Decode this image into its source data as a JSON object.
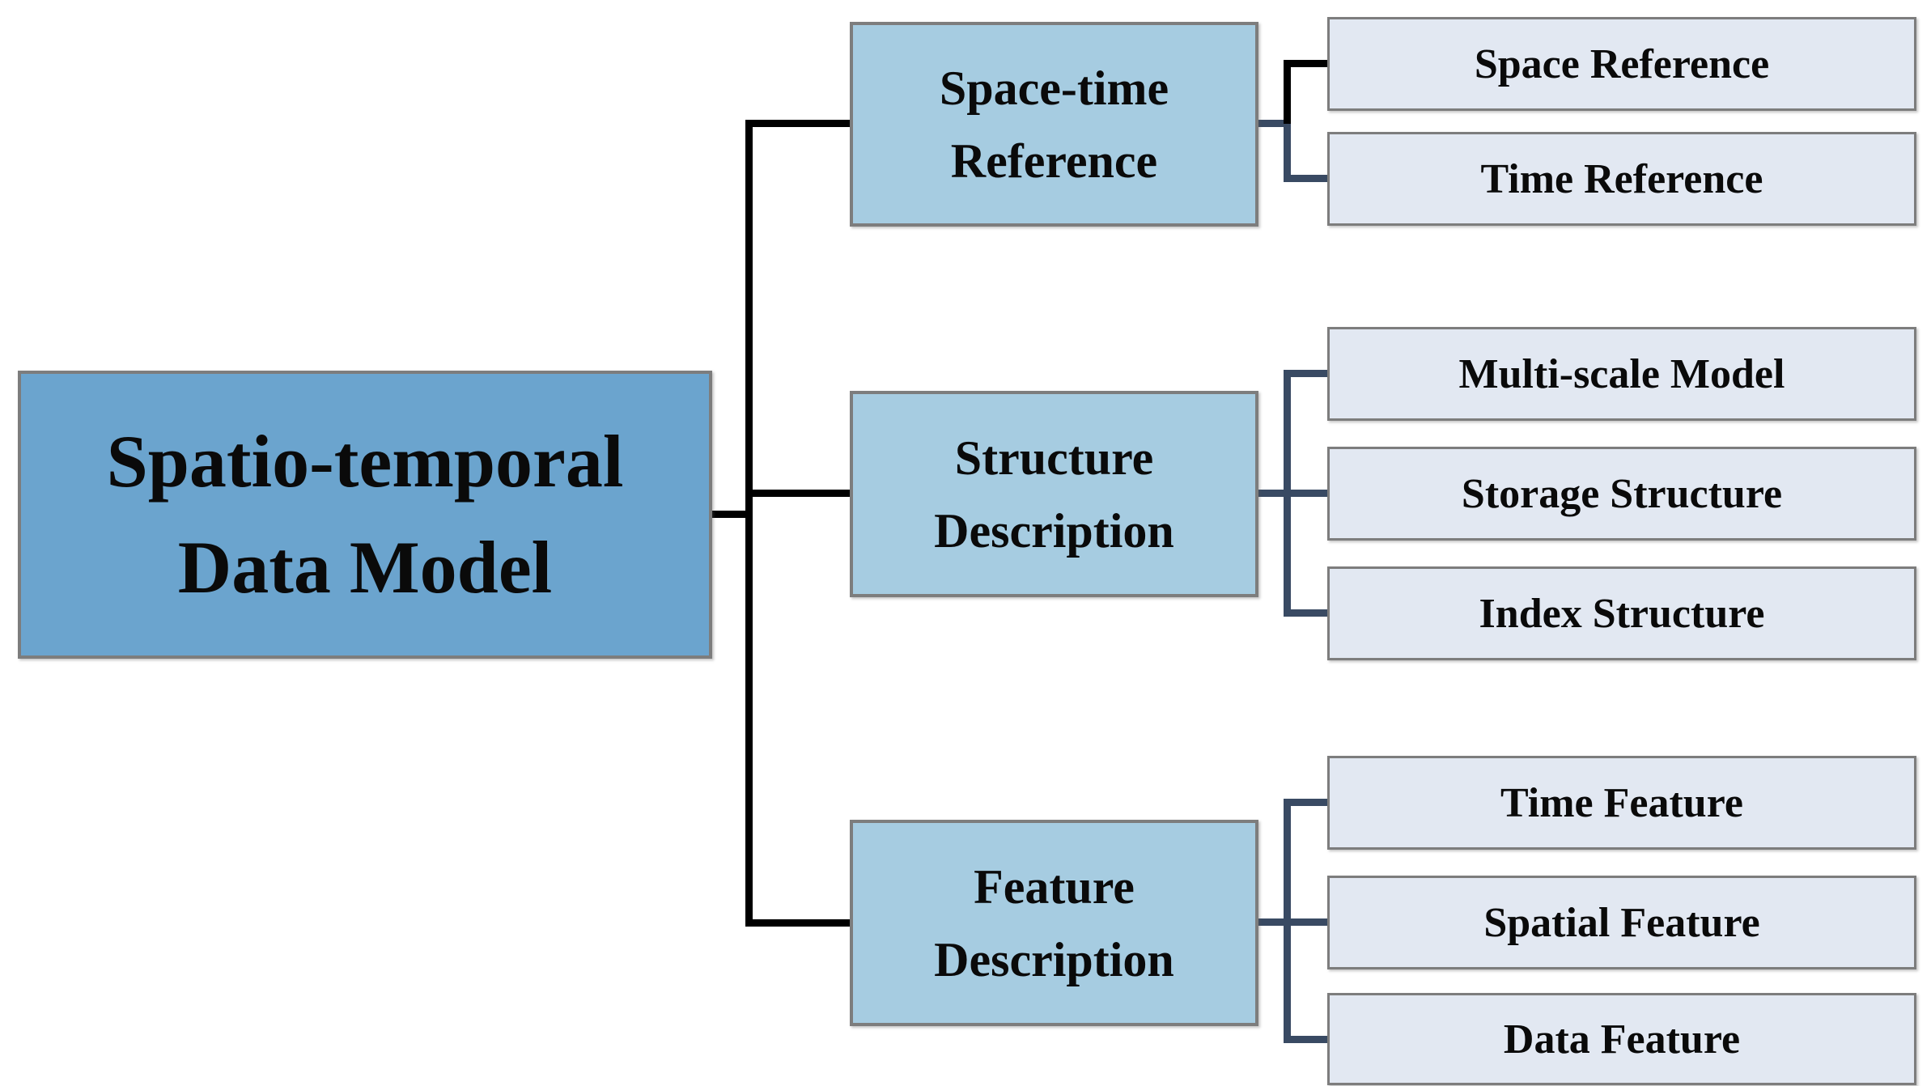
{
  "diagram_title": "Spatio-temporal Data Model hierarchy",
  "colors": {
    "root_fill": "#6ba4ce",
    "mid_fill": "#a6cce1",
    "leaf_fill": "#e2e8f2",
    "box_border": "#7d7d7d",
    "trunk_line": "#000000",
    "bracket_line": "#394a63",
    "text": "#0a0a0a"
  },
  "nodes": {
    "root": {
      "lines": [
        "Spatio-temporal",
        "Data Model"
      ]
    },
    "space_time_reference": {
      "lines": [
        "Space-time",
        "Reference"
      ]
    },
    "structure_description": {
      "lines": [
        "Structure",
        "Description"
      ]
    },
    "feature_description": {
      "lines": [
        "Feature",
        "Description"
      ]
    },
    "space_reference": {
      "label": "Space Reference"
    },
    "time_reference": {
      "label": "Time Reference"
    },
    "multi_scale_model": {
      "label": "Multi-scale Model"
    },
    "storage_structure": {
      "label": "Storage Structure"
    },
    "index_structure": {
      "label": "Index Structure"
    },
    "time_feature": {
      "label": "Time Feature"
    },
    "spatial_feature": {
      "label": "Spatial Feature"
    },
    "data_feature": {
      "label": "Data Feature"
    }
  },
  "hierarchy": {
    "Spatio-temporal Data Model": {
      "Space-time Reference": [
        "Space Reference",
        "Time Reference"
      ],
      "Structure Description": [
        "Multi-scale Model",
        "Storage Structure",
        "Index Structure"
      ],
      "Feature Description": [
        "Time Feature",
        "Spatial Feature",
        "Data Feature"
      ]
    }
  }
}
